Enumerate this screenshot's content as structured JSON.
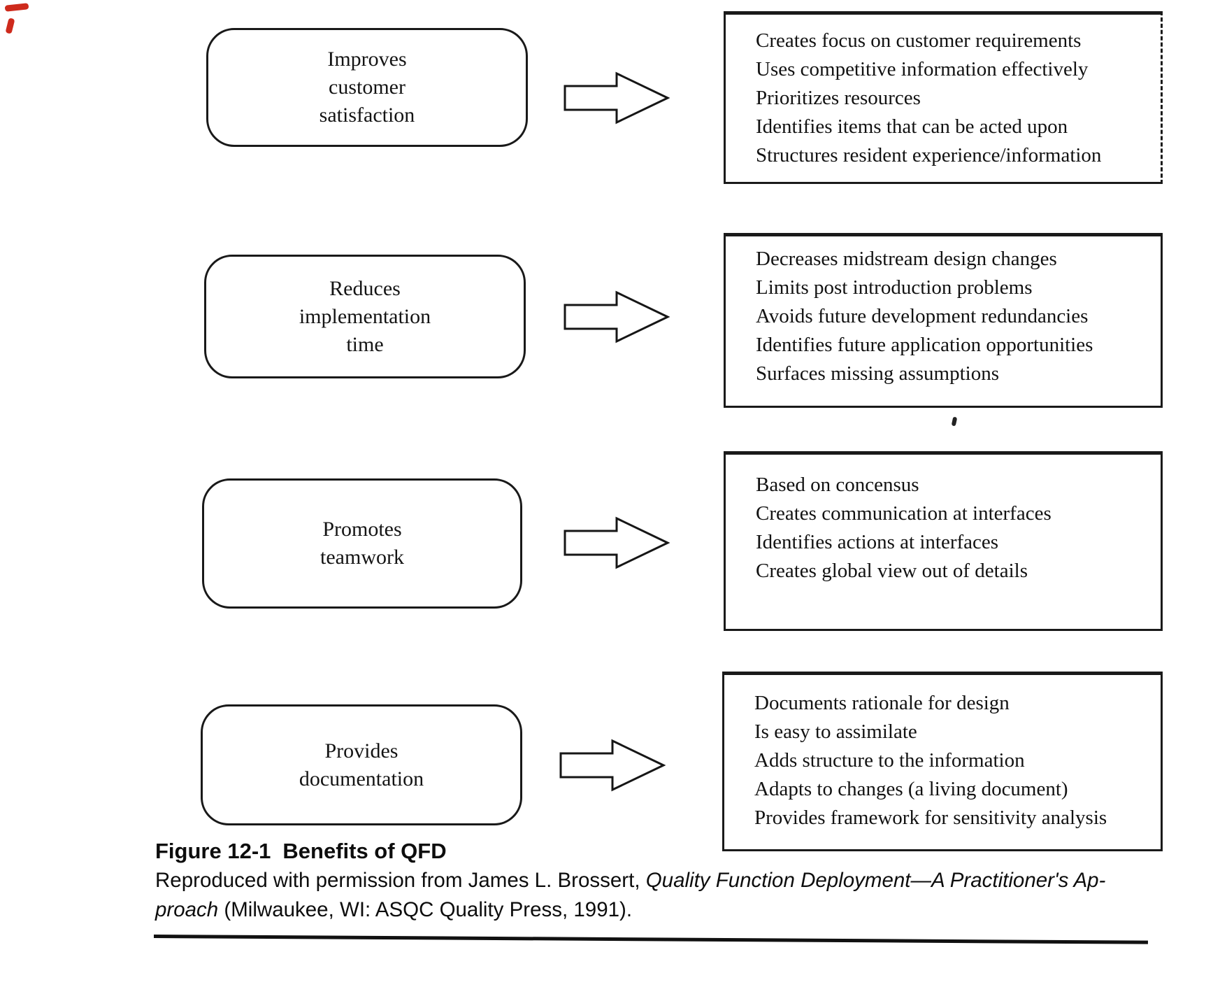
{
  "figure": {
    "rows": [
      {
        "label_lines": [
          "Improves",
          "customer",
          "satisfaction"
        ],
        "benefits": [
          "Creates focus on customer requirements",
          "Uses competitive information effectively",
          "Prioritizes resources",
          "Identifies items that can be acted upon",
          "Structures resident experience/information"
        ]
      },
      {
        "label_lines": [
          "Reduces",
          "implementation",
          "time"
        ],
        "benefits": [
          "Decreases midstream design changes",
          "Limits post introduction problems",
          "Avoids future development redundancies",
          "Identifies future application opportunities",
          "Surfaces missing assumptions"
        ]
      },
      {
        "label_lines": [
          "Promotes",
          "teamwork"
        ],
        "benefits": [
          "Based on concensus",
          "Creates communication at interfaces",
          "Identifies actions at interfaces",
          "Creates global view out of details"
        ]
      },
      {
        "label_lines": [
          "Provides",
          "documentation"
        ],
        "benefits": [
          "Documents rationale for design",
          "Is easy to assimilate",
          "Adds structure to the information",
          "Adapts to changes (a living document)",
          "Provides framework for sensitivity analysis"
        ]
      }
    ],
    "caption": {
      "figure_label": "Figure 12-1",
      "figure_title": "Benefits of QFD",
      "credit_part1": "Reproduced with permission from James L. Brossert, ",
      "credit_italic_line1": "Quality Function Deployment—A Practitioner's Ap-",
      "credit_italic_line2": "proach",
      "credit_part2": " (Milwaukee, WI: ASQC Quality Press, 1991)."
    },
    "icons": {
      "arrow": "block-arrow-right-icon"
    },
    "colors": {
      "ink": "#141414",
      "background": "#ffffff",
      "annotation_red": "#ce2a1c"
    }
  }
}
